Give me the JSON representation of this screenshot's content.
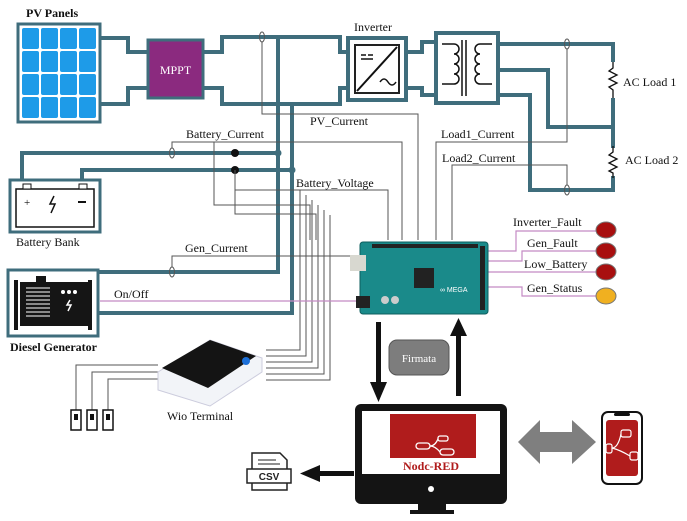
{
  "title": "Hybrid PV / Battery / Diesel Microgrid Monitoring with Node-RED",
  "components": {
    "pv_panels": "PV Panels",
    "mppt": "MPPT",
    "inverter": "Inverter",
    "transformer": "Transformer",
    "ac_load_1": "AC Load 1",
    "ac_load_2": "AC Load 2",
    "battery_bank": "Battery Bank",
    "diesel_generator": "Diesel Generator",
    "controller": "Arduino Mega",
    "wio_terminal": "Wio Terminal",
    "firmata": "Firmata",
    "node_red": "Nodc-RED",
    "csv": "CSV"
  },
  "signals": {
    "battery_current": "Battery_Current",
    "pv_current": "PV_Current",
    "battery_voltage": "Battery_Voltage",
    "gen_current": "Gen_Current",
    "on_off": "On/Off",
    "load1_current": "Load1_Current",
    "load2_current": "Load2_Current"
  },
  "indicators": [
    {
      "label": "Inverter_Fault",
      "color": "#a80f0f"
    },
    {
      "label": "Gen_Fault",
      "color": "#a80f0f"
    },
    {
      "label": "Low_Battery",
      "color": "#a80f0f"
    },
    {
      "label": "Gen_Status",
      "color": "#f0b020"
    }
  ],
  "colors": {
    "power_line": "#3f6d7c",
    "mppt_fill": "#8b2a7f",
    "node_red": "#b01c1c",
    "pv_cell": "#1e9be8",
    "arduino": "#1a8a8a"
  }
}
